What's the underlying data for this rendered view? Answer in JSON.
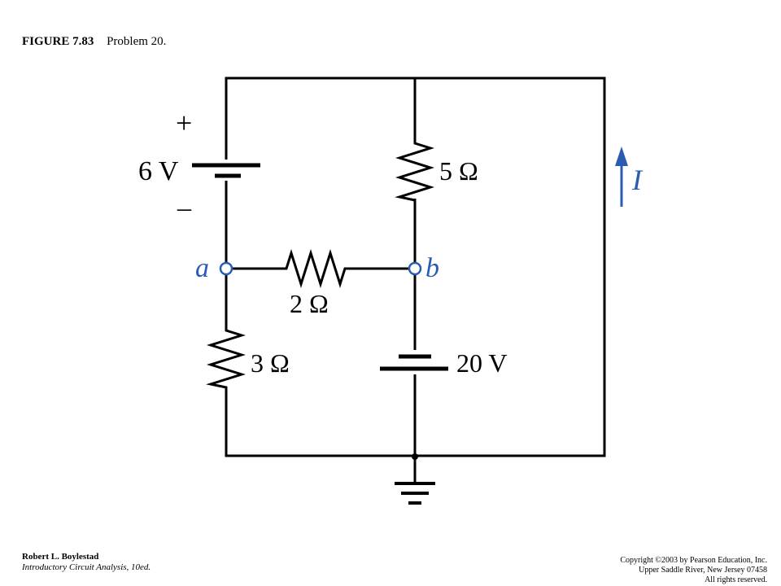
{
  "caption": {
    "figure": "FIGURE 7.83",
    "problem": "Problem 20."
  },
  "circuit": {
    "source_left": {
      "value": "6 V",
      "plus": "+",
      "minus": "–"
    },
    "resistor_top": "5 Ω",
    "resistor_middle": "2 Ω",
    "resistor_bottom": "3 Ω",
    "source_right": "20 V",
    "node_a": "a",
    "node_b": "b",
    "current": "I"
  },
  "footer": {
    "author": "Robert L. Boylestad",
    "book": "Introductory Circuit Analysis, 10ed.",
    "copyright_lines": [
      "Copyright ©2003 by Pearson Education, Inc.",
      "Upper Saddle River, New Jersey 07458",
      "All rights reserved."
    ]
  },
  "colors": {
    "wire": "#000000",
    "node": "#2a5db0",
    "arrow": "#2a5db0"
  }
}
